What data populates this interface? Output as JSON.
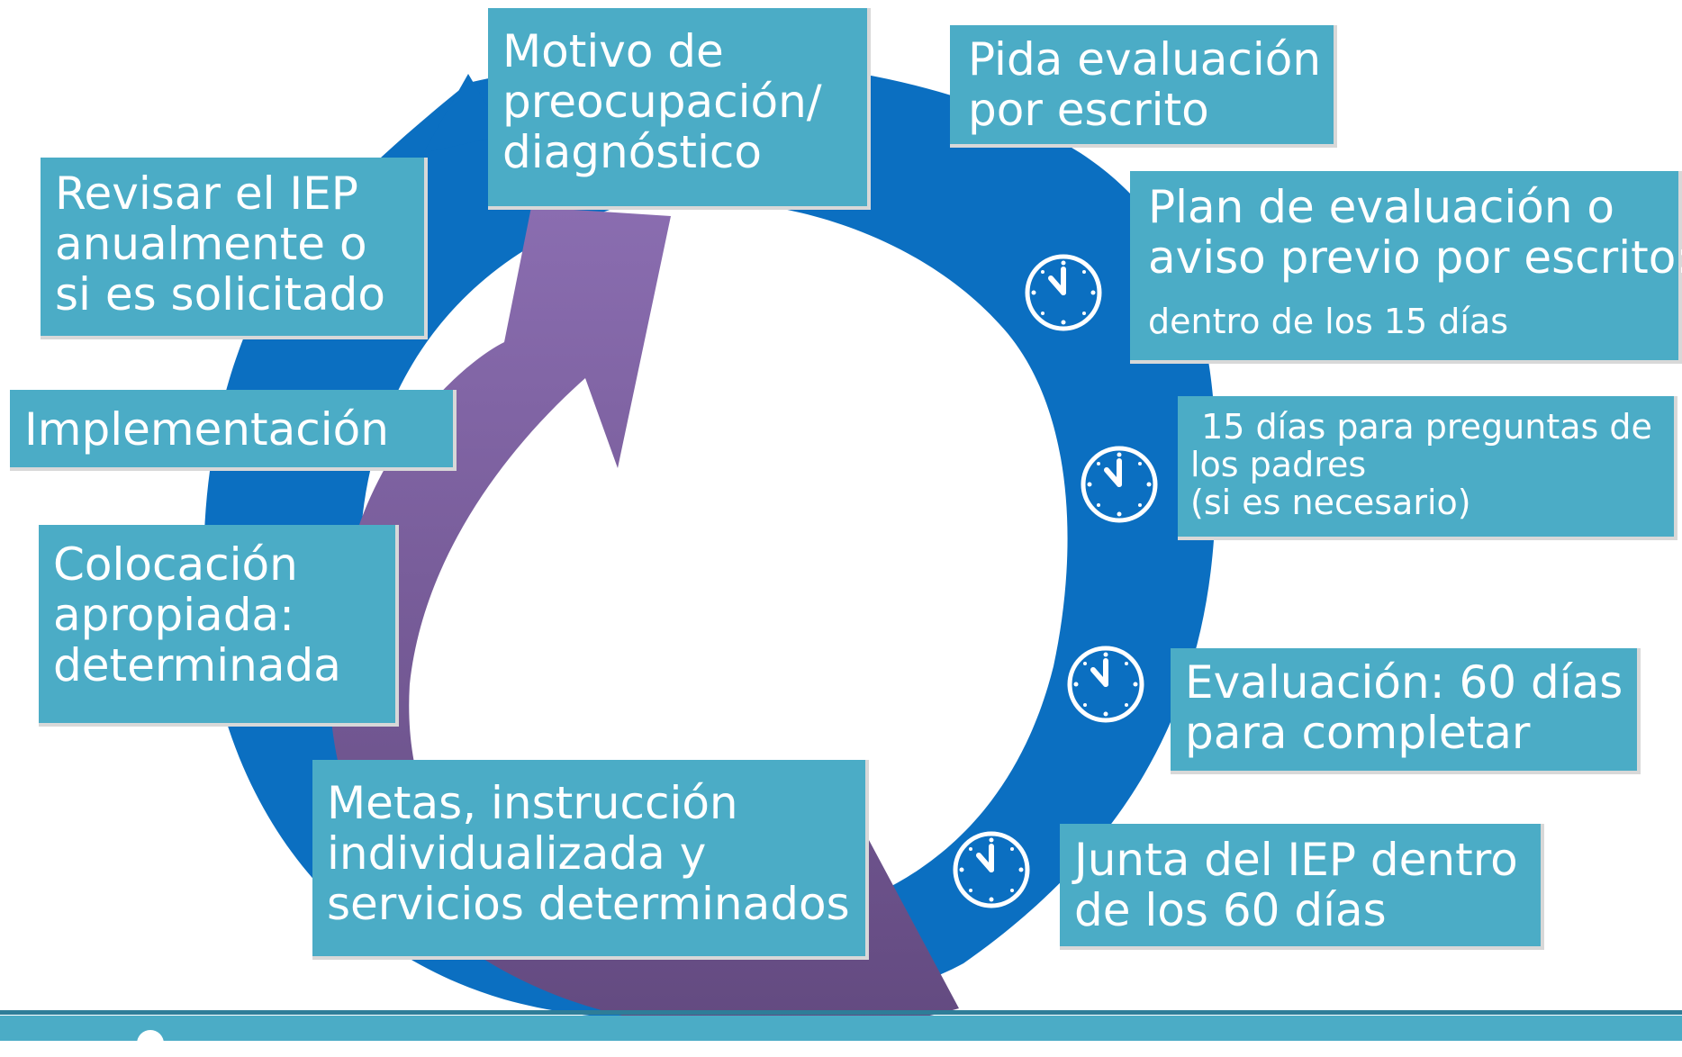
{
  "steps": [
    {
      "id": "concern",
      "lines": [
        "Motivo de",
        "preocupación/",
        "diagnóstico"
      ]
    },
    {
      "id": "request",
      "lines": [
        "Pida evaluación",
        "por escrito"
      ]
    },
    {
      "id": "plan",
      "lines": [
        "Plan de evaluación o",
        "aviso previo por escrito:"
      ],
      "note": "dentro de los 15 días",
      "timed": true
    },
    {
      "id": "questions",
      "lines": [
        " 15 días para preguntas de",
        "los padres",
        "(si es necesario)"
      ],
      "timed": true
    },
    {
      "id": "evaluation",
      "lines": [
        "Evaluación: 60 días",
        "para completar"
      ],
      "timed": true
    },
    {
      "id": "meeting",
      "lines": [
        "Junta del IEP dentro",
        "de los 60 días"
      ],
      "timed": true
    },
    {
      "id": "goals",
      "lines": [
        "Metas, instrucción",
        "individualizada y",
        "servicios determinados"
      ]
    },
    {
      "id": "placement",
      "lines": [
        "Colocación",
        "apropiada:",
        "determinada"
      ]
    },
    {
      "id": "implementation",
      "lines": [
        "Implementación"
      ]
    },
    {
      "id": "review",
      "lines": [
        "Revisar el IEP",
        "anualmente o",
        "si es solicitado"
      ]
    }
  ],
  "colors": {
    "ring": "#0b6fc1",
    "arrow_top": "#8067a6",
    "arrow_bottom": "#6a4f86",
    "box": "#4bacc6",
    "text": "#ffffff"
  },
  "icons": {
    "timer": "clock-icon"
  }
}
